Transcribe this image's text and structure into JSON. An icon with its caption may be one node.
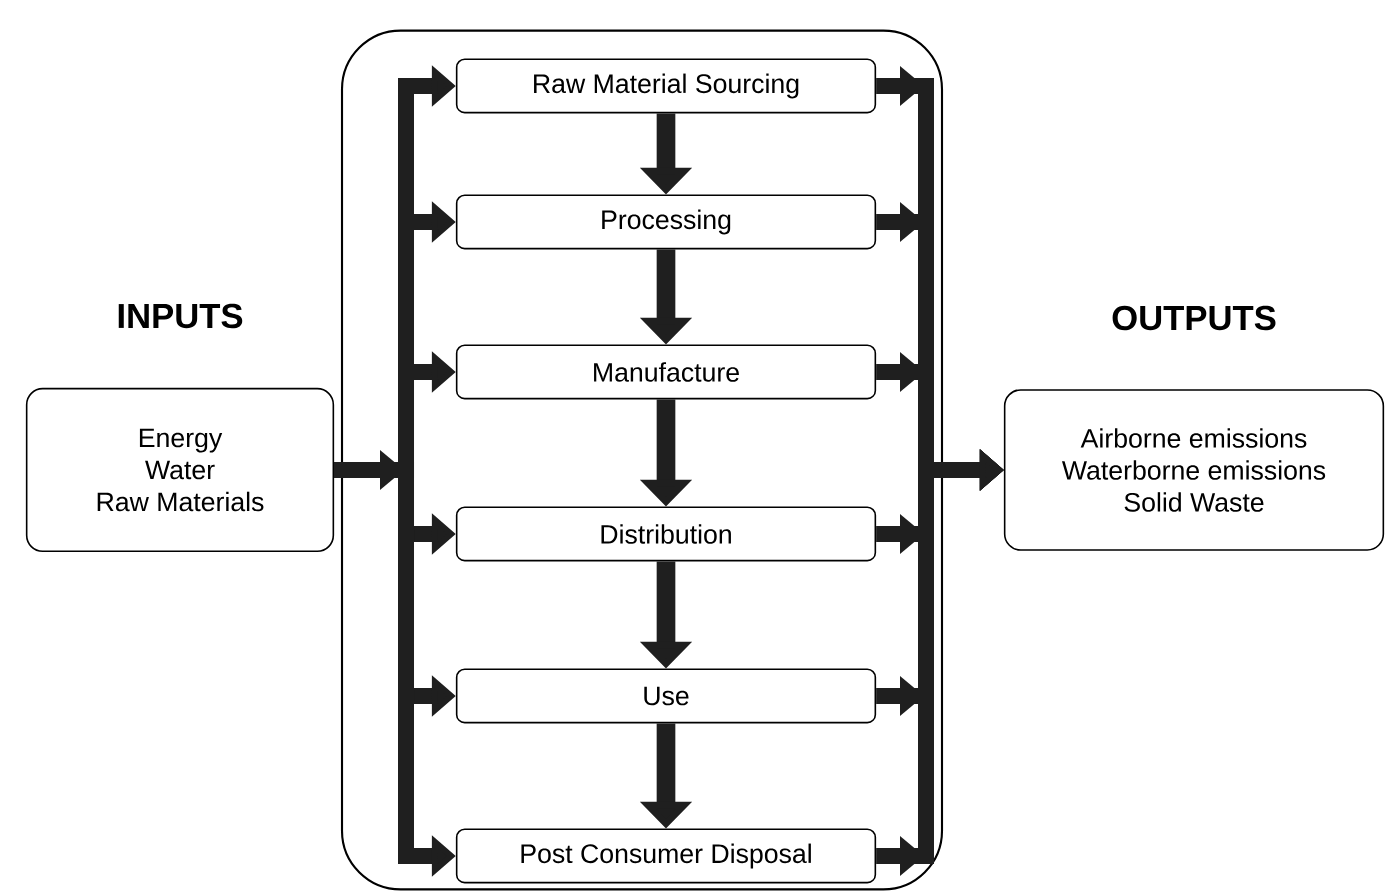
{
  "diagram": {
    "nodes": [
      {
        "text": [
          "INPUTS",
          "Energy",
          "Water",
          "Raw Materials"
        ]
      },
      {
        "text": [],
        "shape": "box"
      },
      {
        "text": [
          "Raw Material Sourcing"
        ],
        "in": 1
      },
      {
        "text": [
          "Processing"
        ],
        "in": 1
      },
      {
        "text": [
          "Manufacture"
        ],
        "in": 1
      },
      {
        "text": [
          "Distribution"
        ],
        "in": 1
      },
      {
        "text": [
          "Use"
        ],
        "in": 1
      },
      {
        "text": [
          "Post Consumer Disposal"
        ],
        "in": 1
      },
      {
        "text": [
          "OUTPUTS",
          "Airborne emissions",
          "Waterborne emissions",
          "Solid Waste"
        ]
      }
    ],
    "edges": [
      {
        "from": 0,
        "to": 2,
        "arrow": "to"
      },
      {
        "from": 0,
        "to": 3,
        "arrow": "to"
      },
      {
        "from": 0,
        "to": 4,
        "arrow": "to"
      },
      {
        "from": 0,
        "to": 5,
        "arrow": "to"
      },
      {
        "from": 0,
        "to": 6,
        "arrow": "to"
      },
      {
        "from": 0,
        "to": 7,
        "arrow": "to"
      },
      {
        "from": 2,
        "to": 3,
        "arrow": "to"
      },
      {
        "from": 3,
        "to": 4,
        "arrow": "to"
      },
      {
        "from": 4,
        "to": 5,
        "arrow": "to"
      },
      {
        "from": 5,
        "to": 6,
        "arrow": "to"
      },
      {
        "from": 6,
        "to": 7,
        "arrow": "to"
      },
      {
        "from": 2,
        "to": 8,
        "arrow": "to"
      },
      {
        "from": 3,
        "to": 8,
        "arrow": "to"
      },
      {
        "from": 4,
        "to": 8,
        "arrow": "to"
      },
      {
        "from": 5,
        "to": 8,
        "arrow": "to"
      },
      {
        "from": 6,
        "to": 8,
        "arrow": "to"
      },
      {
        "from": 7,
        "to": 8,
        "arrow": "to"
      }
    ]
  }
}
